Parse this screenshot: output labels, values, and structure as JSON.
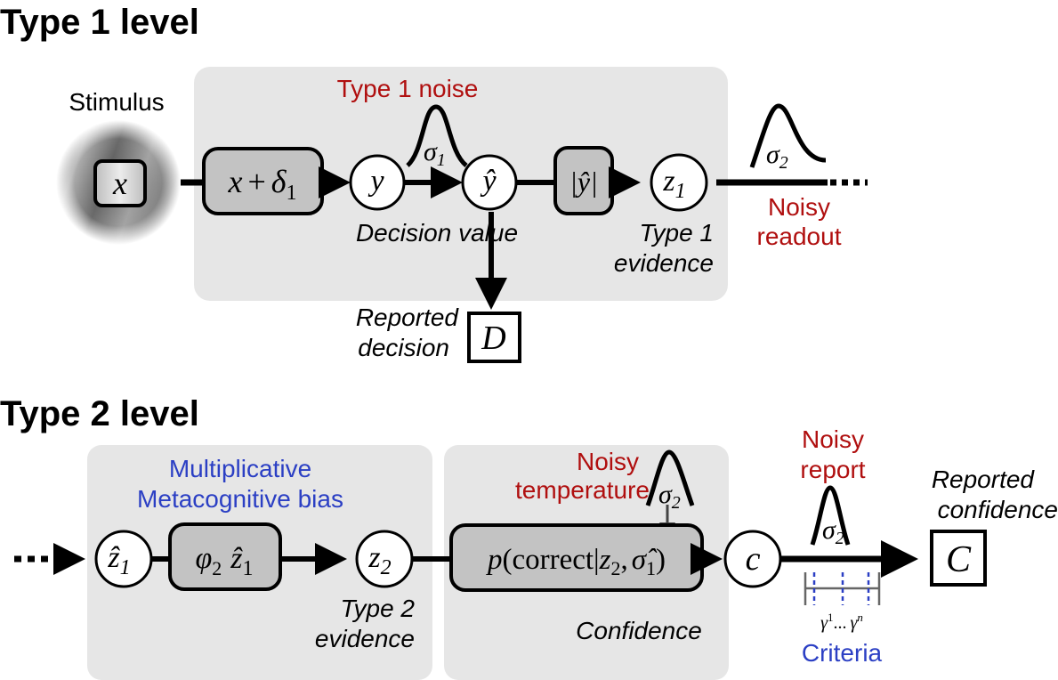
{
  "colors": {
    "panel_bg": "#e6e6e6",
    "box_fill": "#c3c3c3",
    "noise_red": "#b00f0f",
    "bias_blue": "#2b3fc4",
    "ink": "#000000"
  },
  "type1": {
    "title": "Type 1 level",
    "stimulus_label": "Stimulus",
    "stimulus_var": "x",
    "transform_box": {
      "x": "x",
      "plus": "+",
      "delta": "δ",
      "delta_sub": "1"
    },
    "node_y": "y",
    "node_yhat": "ŷ",
    "abs_box": "|ŷ|",
    "node_z1": {
      "var": "z",
      "sub": "1"
    },
    "noise_label": "Type 1 noise",
    "noise_sigma": {
      "var": "σ",
      "sub": "1"
    },
    "decision_value_label": "Decision value",
    "type1_evidence_label": [
      "Type 1",
      "evidence"
    ],
    "readout_sigma": {
      "var": "σ",
      "sub": "2"
    },
    "readout_label": [
      "Noisy",
      "readout"
    ],
    "reported_decision_label": [
      "Reported",
      "decision"
    ],
    "reported_decision_var": "D"
  },
  "type2": {
    "title": "Type 2 level",
    "bias_label": [
      "Multiplicative",
      "Metacognitive bias"
    ],
    "node_z1hat": {
      "var": "ẑ",
      "sub": "1"
    },
    "bias_box": {
      "phi": "φ",
      "phi_sub": "2",
      "z": "ẑ",
      "z_sub": "1"
    },
    "node_z2": {
      "var": "z",
      "sub": "2"
    },
    "type2_evidence_label": [
      "Type 2",
      "evidence"
    ],
    "temperature_label": [
      "Noisy",
      "temperature"
    ],
    "temperature_sigma": {
      "var": "σ",
      "sub": "2"
    },
    "confidence_box": {
      "p": "p",
      "open": "(",
      "word": "correct",
      "bar": "|",
      "z": "z",
      "z_sub": "2",
      "comma": ",",
      "sigma": "σ̂",
      "sigma_sub": "1",
      "close": ")"
    },
    "node_c": "c",
    "confidence_label": "Confidence",
    "report_label": [
      "Noisy",
      "report"
    ],
    "report_sigma": {
      "var": "σ",
      "sub": "2"
    },
    "criteria_gamma_first": {
      "var": "γ",
      "sup": "1"
    },
    "criteria_ellipsis": "...",
    "criteria_gamma_last": {
      "var": "γ",
      "sup": "n"
    },
    "criteria_label": "Criteria",
    "reported_confidence_label": [
      "Reported",
      "confidence"
    ],
    "reported_confidence_var": "C"
  }
}
